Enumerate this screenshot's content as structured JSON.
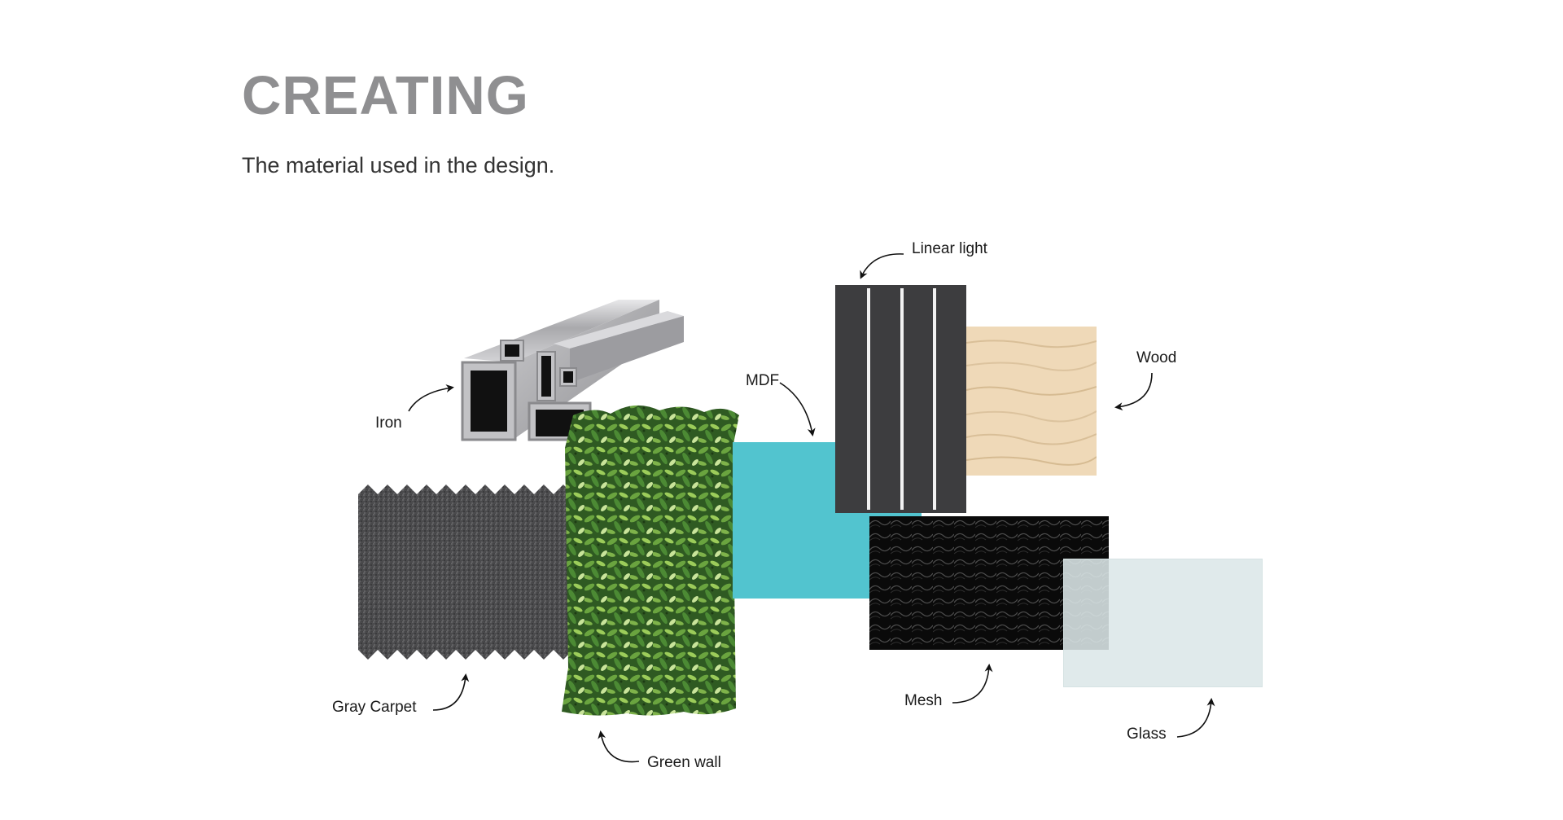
{
  "header": {
    "title": "CREATING",
    "subtitle": "The material used in the design."
  },
  "materials": {
    "iron": {
      "label": "Iron"
    },
    "gray_carpet": {
      "label": "Gray Carpet",
      "color": "#4a4a4c"
    },
    "green_wall": {
      "label": "Green wall",
      "color": "#3f6e2c"
    },
    "mdf": {
      "label": "MDF",
      "color": "#52c4cf"
    },
    "linear_light": {
      "label": "Linear light",
      "color": "#3d3d3f"
    },
    "wood": {
      "label": "Wood",
      "color": "#efd9b8"
    },
    "mesh": {
      "label": "Mesh",
      "color": "#0d0d0d"
    },
    "glass": {
      "label": "Glass",
      "color": "#dce7e8"
    }
  }
}
